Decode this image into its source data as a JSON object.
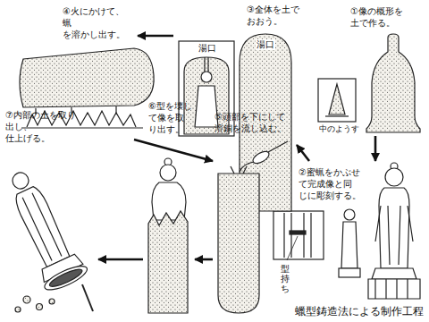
{
  "diagram": {
    "caption": "蠟型鋳造法による制作工程",
    "nodes": [
      {
        "text": [
          "①像の概形を 土で作る。"
        ]
      },
      {
        "text": [
          "②蜜蝋をかぶせ て完成像と同 じに彫刻する。"
        ]
      },
      {
        "text": [
          "③全体を土で おおう。"
        ]
      },
      {
        "text": [
          "④火にかけて、蝋 を溶かし出す。"
        ]
      },
      {
        "text": [
          "⑤頭部を下にして 溶銅を流し込む。"
        ]
      },
      {
        "text": [
          "⑥型を壊し て像を取 り出す。"
        ]
      },
      {
        "text": [
          "⑦内部の土を取り 出し、仕上げる。"
        ]
      }
    ],
    "edges": [
      {
        "from": 0,
        "to": 1,
        "arrow": "to"
      },
      {
        "from": 1,
        "to": 2,
        "arrow": "to"
      },
      {
        "from": 2,
        "to": 3,
        "arrow": "to"
      },
      {
        "from": 3,
        "to": 4,
        "arrow": "to"
      },
      {
        "from": 4,
        "to": 5,
        "arrow": "to"
      },
      {
        "from": 5,
        "to": 6,
        "arrow": "to"
      }
    ],
    "labels": [
      "湯口",
      "湯口",
      "中のようす",
      "型持ち"
    ]
  }
}
